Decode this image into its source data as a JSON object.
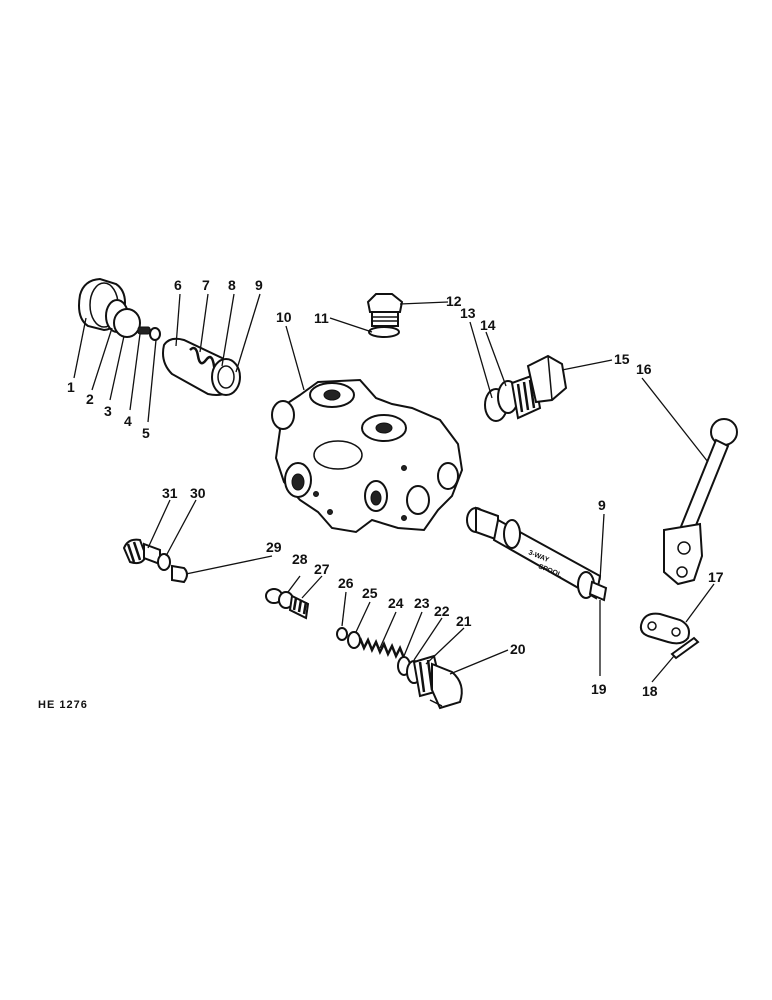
{
  "diagram": {
    "part_numbers": [
      "1",
      "2",
      "3",
      "4",
      "5",
      "6",
      "7",
      "8",
      "9",
      "10",
      "11",
      "12",
      "13",
      "14",
      "15",
      "16",
      "17",
      "18",
      "19",
      "20",
      "21",
      "22",
      "23",
      "24",
      "25",
      "26",
      "27",
      "28",
      "29",
      "30",
      "31",
      "9"
    ],
    "spool_text": [
      "3-WAY",
      "SPOOL"
    ],
    "figure_code": "HE 1276"
  },
  "colors": {
    "ink": "#111111",
    "paper": "#ffffff"
  }
}
